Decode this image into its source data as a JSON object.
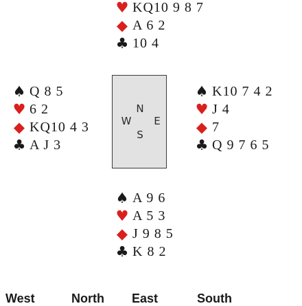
{
  "hands": {
    "north": [
      {
        "suit": "hearts",
        "symbol": "♥",
        "color": "#d9201d",
        "cards": "KQ10 9 8 7"
      },
      {
        "suit": "diamonds",
        "symbol": "◆",
        "color": "#d9201d",
        "cards": "A 6 2"
      },
      {
        "suit": "clubs",
        "symbol": "♣",
        "color": "#1a1a1a",
        "cards": "10 4"
      }
    ],
    "west": [
      {
        "suit": "spades",
        "symbol": "♠",
        "color": "#1a1a1a",
        "cards": "Q 8 5"
      },
      {
        "suit": "hearts",
        "symbol": "♥",
        "color": "#d9201d",
        "cards": "6 2"
      },
      {
        "suit": "diamonds",
        "symbol": "◆",
        "color": "#d9201d",
        "cards": "KQ10 4 3"
      },
      {
        "suit": "clubs",
        "symbol": "♣",
        "color": "#1a1a1a",
        "cards": "A J 3"
      }
    ],
    "east": [
      {
        "suit": "spades",
        "symbol": "♠",
        "color": "#1a1a1a",
        "cards": "K10 7 4 2"
      },
      {
        "suit": "hearts",
        "symbol": "♥",
        "color": "#d9201d",
        "cards": "J 4"
      },
      {
        "suit": "diamonds",
        "symbol": "◆",
        "color": "#d9201d",
        "cards": "7"
      },
      {
        "suit": "clubs",
        "symbol": "♣",
        "color": "#1a1a1a",
        "cards": "Q 9 7 6 5"
      }
    ],
    "south": [
      {
        "suit": "spades",
        "symbol": "♠",
        "color": "#1a1a1a",
        "cards": "A 9 6"
      },
      {
        "suit": "hearts",
        "symbol": "♥",
        "color": "#d9201d",
        "cards": "A 5 3"
      },
      {
        "suit": "diamonds",
        "symbol": "◆",
        "color": "#d9201d",
        "cards": "J 9 8 5"
      },
      {
        "suit": "clubs",
        "symbol": "♣",
        "color": "#1a1a1a",
        "cards": "K 8 2"
      }
    ]
  },
  "compass": {
    "north": "N",
    "west": "W",
    "east": "E",
    "south": "S"
  },
  "bidding_headers": {
    "west": "West",
    "north": "North",
    "east": "East",
    "south": "South"
  }
}
